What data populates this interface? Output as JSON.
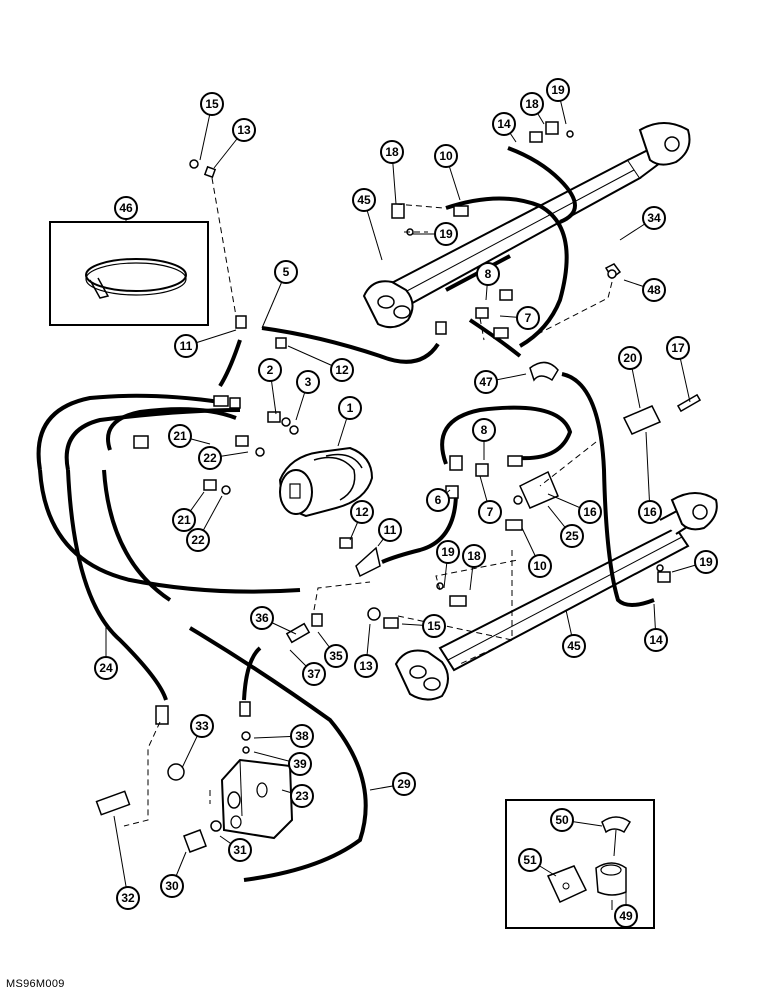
{
  "footer_code": "MS96M009",
  "callouts": [
    "1",
    "2",
    "3",
    "5",
    "6",
    "7",
    "7",
    "8",
    "8",
    "10",
    "10",
    "11",
    "11",
    "12",
    "12",
    "13",
    "13",
    "14",
    "14",
    "15",
    "15",
    "16",
    "16",
    "17",
    "18",
    "18",
    "18",
    "19",
    "19",
    "19",
    "19",
    "20",
    "21",
    "21",
    "22",
    "22",
    "23",
    "24",
    "25",
    "29",
    "30",
    "31",
    "32",
    "33",
    "34",
    "35",
    "36",
    "37",
    "38",
    "39",
    "45",
    "45",
    "46",
    "47",
    "48",
    "49",
    "50",
    "51"
  ]
}
